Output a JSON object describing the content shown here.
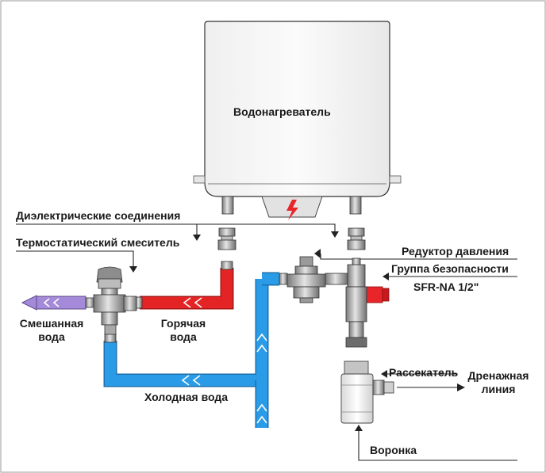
{
  "labels": {
    "heater": "Водонагреватель",
    "dielectric": "Диэлектрические соединения",
    "thermo_mixer": "Термостатический смеситель",
    "pressure_reducer": "Редуктор давления",
    "safety_group": "Группа безопасности",
    "safety_model": "SFR-NA 1/2\"",
    "mixed_water_line1": "Смешанная",
    "mixed_water_line2": "вода",
    "hot_water_line1": "Горячая",
    "hot_water_line2": "вода",
    "cold_water": "Холодная вода",
    "diffuser": "Рассекатель",
    "drain_line1": "Дренажная",
    "drain_line2": "линия",
    "funnel": "Воронка"
  },
  "colors": {
    "hot_pipe": "#e42424",
    "cold_pipe": "#2a9be6",
    "mixed_pipe": "#a48ad8",
    "valve_red": "#e8262a",
    "fitting_grey": "#a9a9a9",
    "heater_fill": "#f7f7f7",
    "line": "#222222"
  },
  "icons": {
    "heater_symbol": "lightning-icon"
  }
}
